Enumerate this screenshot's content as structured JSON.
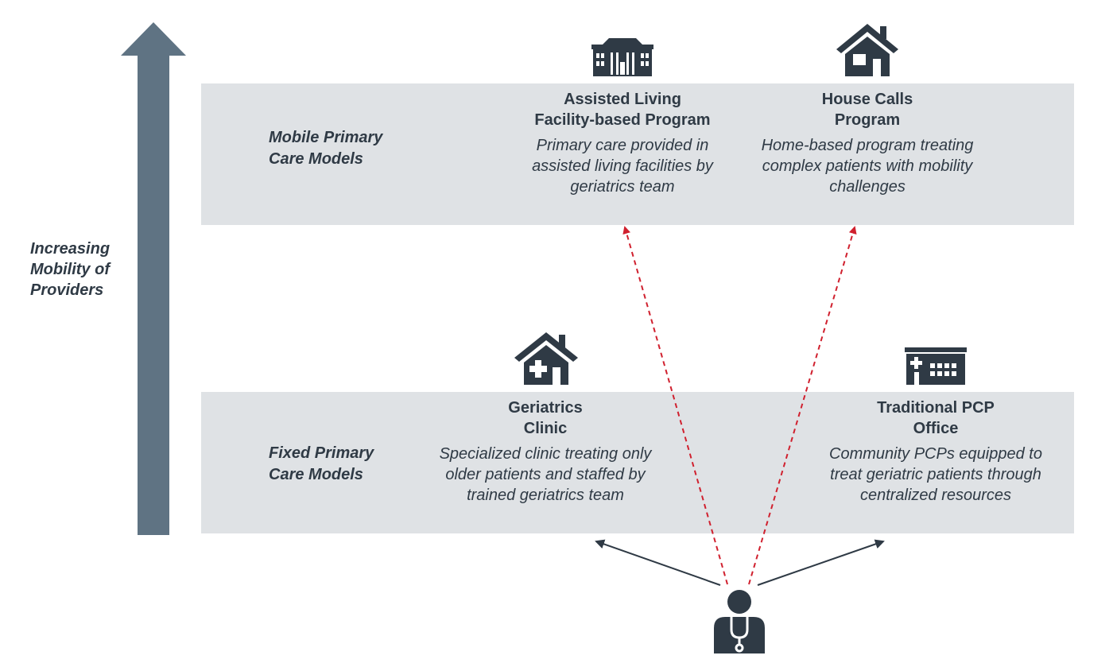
{
  "axis": {
    "label": "Increasing\nMobility of\nProviders"
  },
  "bands": {
    "mobile_label": "Mobile Primary\nCare Models",
    "fixed_label": "Fixed Primary\nCare Models"
  },
  "models": {
    "assisted_living": {
      "title": "Assisted Living\nFacility-based Program",
      "description": "Primary care provided in\nassisted living facilities by\ngeriatrics team",
      "icon": "assisted-living-building-icon"
    },
    "house_calls": {
      "title": "House Calls\nProgram",
      "description": "Home-based program treating\ncomplex patients with mobility\nchallenges",
      "icon": "home-icon"
    },
    "geriatrics_clinic": {
      "title": "Geriatrics\nClinic",
      "description": "Specialized clinic treating only\nolder patients and staffed by\ntrained geriatrics team",
      "icon": "clinic-house-icon"
    },
    "traditional_pcp": {
      "title": "Traditional PCP\nOffice",
      "description": "Community PCPs equipped to\ntreat geriatric patients through\ncentralized resources",
      "icon": "hospital-building-icon"
    }
  },
  "provider": {
    "icon": "doctor-icon"
  },
  "colors": {
    "band": "#dfe2e5",
    "axis_arrow": "#5f7383",
    "icon": "#2f3a45",
    "dashed_arrow": "#d0202e",
    "solid_arrow": "#2f3a45"
  }
}
